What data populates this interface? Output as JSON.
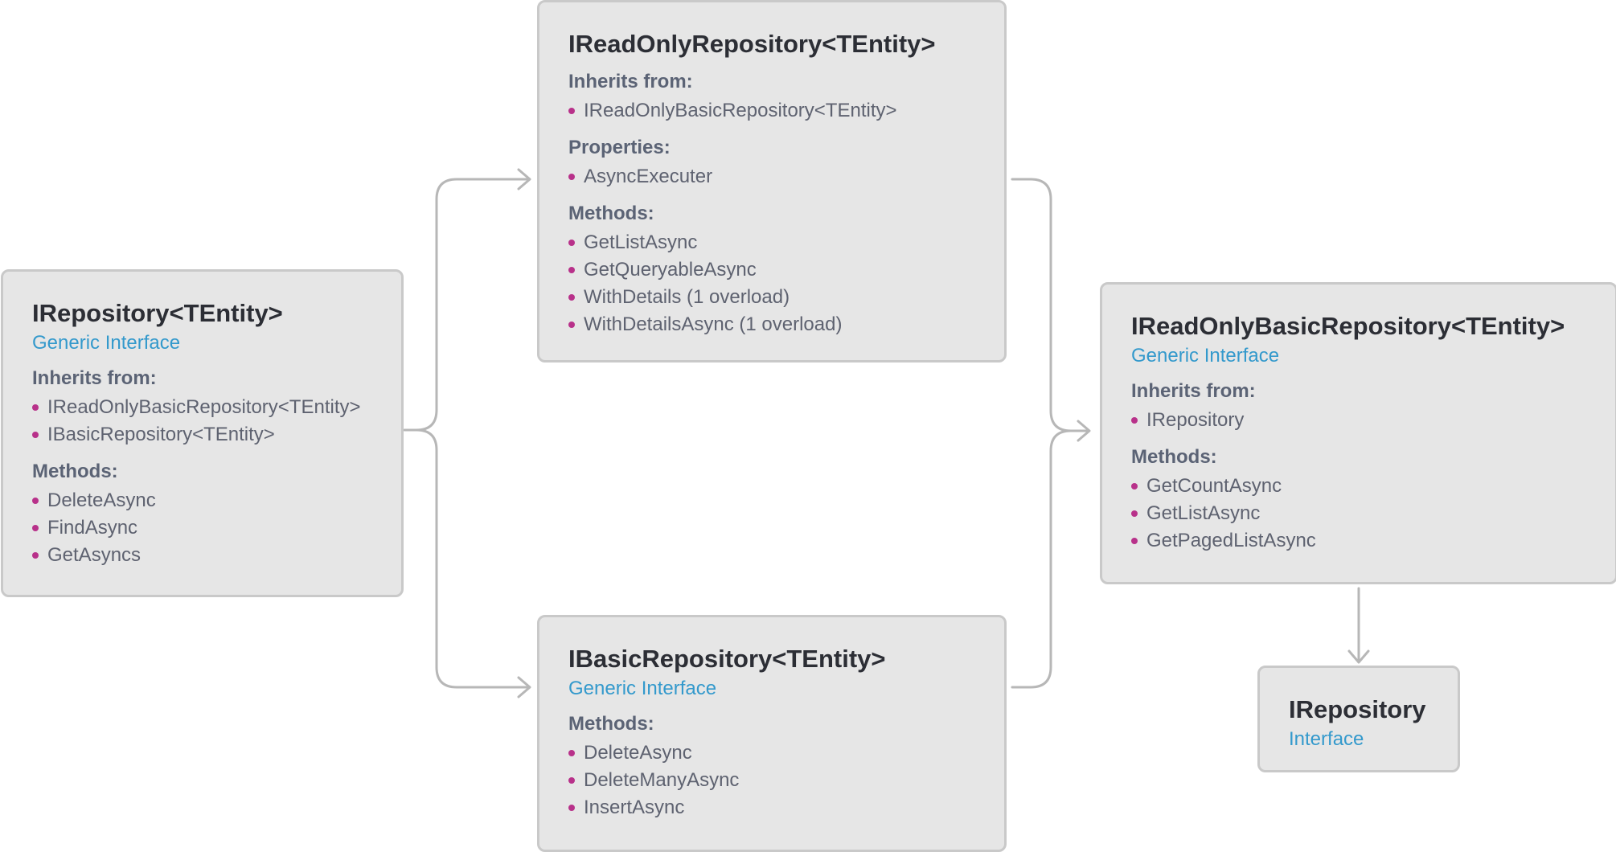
{
  "diagram": {
    "colors": {
      "card_bg": "#e6e6e6",
      "card_border": "#c9c9c9",
      "title": "#2c2e35",
      "kind": "#3399cc",
      "bullet": "#b8318a",
      "connector": "#b7b7b7"
    },
    "nodes": {
      "irepository_tentity": {
        "title": "IRepository<TEntity>",
        "kind": "Generic Interface",
        "inherits_label": "Inherits from:",
        "inherits": [
          "IReadOnlyBasicRepository<TEntity>",
          "IBasicRepository<TEntity>"
        ],
        "methods_label": "Methods:",
        "methods": [
          "DeleteAsync",
          "FindAsync",
          "GetAsyncs"
        ]
      },
      "ireadonly_repository": {
        "title": "IReadOnlyRepository<TEntity>",
        "inherits_label": "Inherits from:",
        "inherits": [
          "IReadOnlyBasicRepository<TEntity>"
        ],
        "properties_label": "Properties:",
        "properties": [
          "AsyncExecuter"
        ],
        "methods_label": "Methods:",
        "methods": [
          "GetListAsync",
          "GetQueryableAsync",
          "WithDetails (1 overload)",
          "WithDetailsAsync (1 overload)"
        ]
      },
      "ibasic_repository": {
        "title": "IBasicRepository<TEntity>",
        "kind": "Generic Interface",
        "methods_label": "Methods:",
        "methods": [
          "DeleteAsync",
          "DeleteManyAsync",
          "InsertAsync"
        ]
      },
      "ireadonly_basic_repository": {
        "title": "IReadOnlyBasicRepository<TEntity>",
        "kind": "Generic Interface",
        "inherits_label": "Inherits from:",
        "inherits": [
          "IRepository"
        ],
        "methods_label": "Methods:",
        "methods": [
          "GetCountAsync",
          "GetListAsync",
          "GetPagedListAsync"
        ]
      },
      "irepository": {
        "title": "IRepository",
        "kind": "Interface"
      }
    }
  }
}
